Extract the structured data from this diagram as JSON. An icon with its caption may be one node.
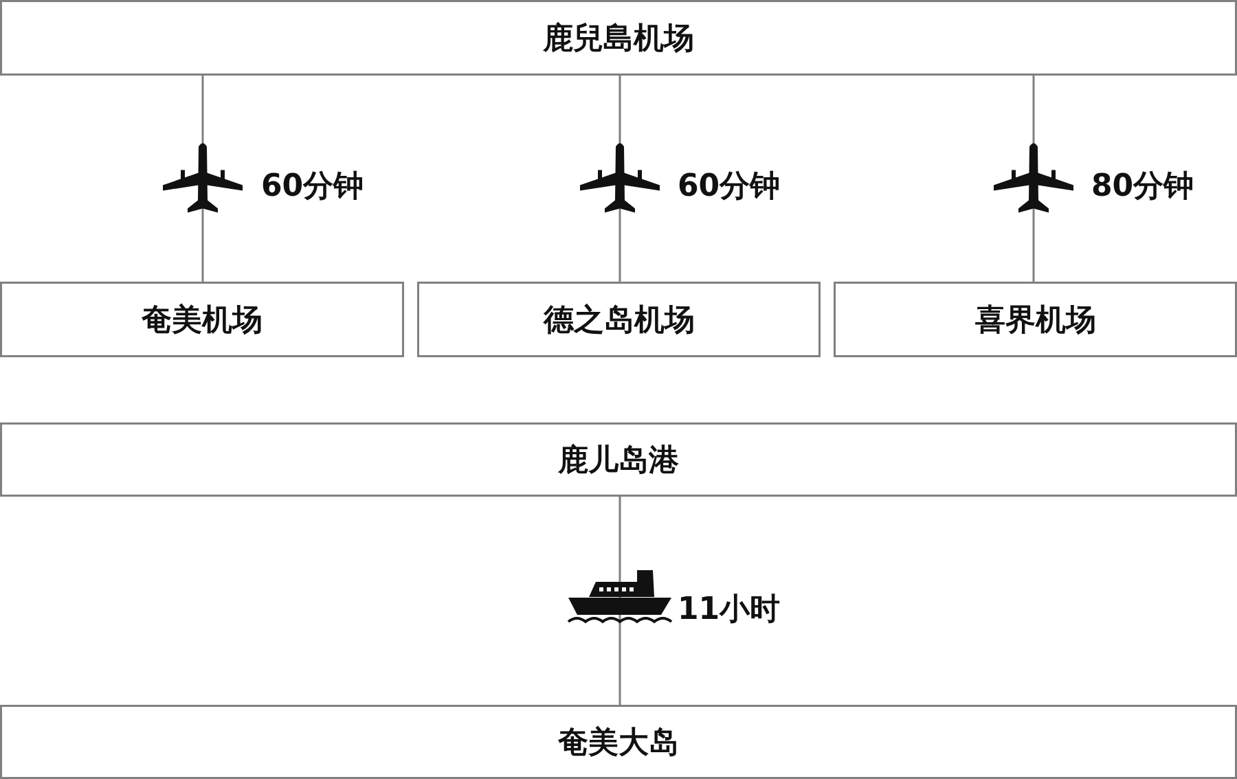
{
  "diagram": {
    "nodes": [
      {
        "text": [
          "鹿兒島机场"
        ]
      },
      {
        "text": [
          "奄美机场"
        ]
      },
      {
        "text": [
          "德之岛机场"
        ]
      },
      {
        "text": [
          "喜界机场"
        ]
      },
      {
        "text": [
          "鹿儿岛港"
        ]
      },
      {
        "text": [
          "奄美大岛"
        ]
      }
    ],
    "edges": [
      {
        "from": 0,
        "to": 1,
        "arrow": "none",
        "label": "60分钟"
      },
      {
        "from": 0,
        "to": 2,
        "arrow": "none",
        "label": "60分钟"
      },
      {
        "from": 0,
        "to": 3,
        "arrow": "none",
        "label": "80分钟"
      },
      {
        "from": 4,
        "to": 5,
        "arrow": "none",
        "label": "11小时"
      }
    ]
  }
}
